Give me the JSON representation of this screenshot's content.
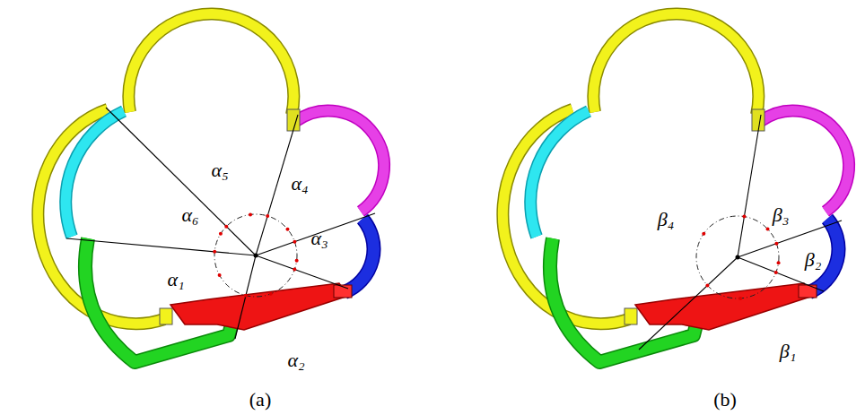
{
  "diagram": {
    "labels": [
      "α₅",
      "α₆",
      "α₄",
      "α₃",
      "α₁",
      "α₂",
      "(a)",
      "β₄",
      "β₃",
      "β₂",
      "β₁",
      "(b)"
    ]
  }
}
